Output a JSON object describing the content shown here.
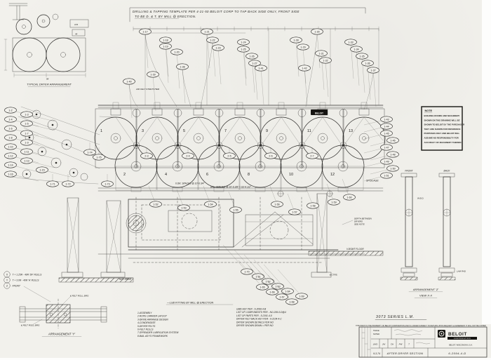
{
  "colors": {
    "paper": "#f2f1ec",
    "ink": "#2e2d2b",
    "margin": "#fdfdfc"
  },
  "top_note": {
    "line1": "DRILLING & TAPPING TEMPLATE PER 4-21-50 BELOIT CORP TO TAP BACK SIDE ONLY, FRONT SIDE",
    "line2": "TO BE D. & T. BY MILL @ ERECTION."
  },
  "labels": {
    "typical_dryer": "TYPICAL DRYER ARRANGEMENT",
    "air_felt_stretcher": "AIR FELT STRETCHER",
    "beloit_stamp": "BELOIT",
    "spoilage": "SPOILAGE",
    "dr_spaces": "6 DR. SPACES @ 10'-6 3/4\"",
    "bal_spaces": "BAL. SPACES @ 10'-6 3/8\" = 63'-4 1/2\"",
    "md_drive": "M.D. DRIVE",
    "v_bsmt_floor": "V-BSMT FLOOR",
    "ctrs": "₤ CTRS.",
    "depth_1": "DEPTH BETWEEN",
    "depth_2": "DRYERS",
    "depth_3": "SEE NOTE",
    "lub_fitting": "—LUB FITTING BY MILL @ ERECTION",
    "front_post": "FRONT",
    "back_post": "BACK",
    "wbd": "W.B.D.",
    "lam_pad": "LAM PAD",
    "arrangement_z": "ARRANGEMENT 'Z'",
    "view_xx": "VIEW X-X",
    "felt_roll_brg_top": "₤ FELT ROLL BRG",
    "felt_roll_brg_bottom": "₤ FELT ROLL BRG",
    "arrangement_y": "ARRANGEMENT 'Y'",
    "series": "3073 SERIES  L.M.",
    "dim_103": "103",
    "dim_44": "44",
    "dim_98": "98"
  },
  "roll_notes": [
    {
      "key": "X",
      "text": "T + 1.25R - 40R 'DF' ROLLS"
    },
    {
      "key": "Y",
      "text": "T + 3.0R - 40R 'H' ROLLS"
    },
    {
      "key": "Z",
      "text": "FRONT"
    }
  ],
  "note_box": {
    "title": "NOTE",
    "lines": [
      "BUILDING ROOMS AND MACHINERY",
      "SHOWN ON THIS DRAWING WILL BE",
      "SHOWN TO BELOIT BY THE PURCHASER",
      "THEY ARE SHOWN FOR REFERENCE",
      "PURPOSES ONLY AND BELOIT WILL",
      "ASSUME NO RESPONSIBILITY FOR",
      "ACCURACY OF MACHINERY THEREIN"
    ]
  },
  "cylinders": {
    "top": [
      "1",
      "3",
      "5",
      "7",
      "9",
      "11",
      "13"
    ],
    "bottom": [
      "2",
      "4",
      "6",
      "8",
      "10",
      "12"
    ]
  },
  "balloons": {
    "left": {
      "items": [
        [
          15,
          157,
          "1-2"
        ],
        [
          38,
          163,
          "1-3"
        ],
        [
          15,
          170,
          "1-4"
        ],
        [
          38,
          176,
          "1-5"
        ],
        [
          15,
          183,
          "1-6"
        ],
        [
          38,
          190,
          "1-7"
        ],
        [
          15,
          196,
          "1-8"
        ],
        [
          38,
          203,
          "1-9"
        ],
        [
          15,
          209,
          "1-10"
        ],
        [
          38,
          216,
          "1-11"
        ],
        [
          15,
          222,
          "1-12"
        ],
        [
          38,
          229,
          "1-13"
        ],
        [
          15,
          235,
          "1-14"
        ],
        [
          60,
          242,
          "1-15"
        ],
        [
          15,
          248,
          "1-16"
        ]
      ]
    },
    "top": {
      "items": [
        [
          207,
          45,
          "1-17"
        ],
        [
          236,
          57,
          "1-18"
        ],
        [
          236,
          66,
          "1-19"
        ],
        [
          252,
          74,
          "1-20"
        ],
        [
          295,
          45,
          "1-21"
        ],
        [
          303,
          57,
          "1-22"
        ],
        [
          311,
          68,
          "1-23"
        ],
        [
          347,
          60,
          "1-24"
        ],
        [
          347,
          70,
          "1-25"
        ],
        [
          359,
          80,
          "1-26"
        ],
        [
          363,
          90,
          "1-27"
        ],
        [
          422,
          57,
          "1-28"
        ],
        [
          432,
          67,
          "1-29"
        ],
        [
          452,
          45,
          "1-30"
        ],
        [
          458,
          76,
          "1-31"
        ],
        [
          464,
          86,
          "1-32"
        ],
        [
          500,
          60,
          "1-33"
        ],
        [
          508,
          70,
          "1-34"
        ],
        [
          516,
          80,
          "1-35"
        ],
        [
          524,
          90,
          "1-36"
        ],
        [
          532,
          100,
          "1-37"
        ],
        [
          260,
          95,
          "1-38"
        ],
        [
          218,
          106,
          "1-39"
        ],
        [
          184,
          116,
          "1-40"
        ],
        [
          372,
          97,
          "1-41"
        ],
        [
          434,
          97,
          "1-42"
        ]
      ]
    },
    "right": {
      "items": [
        [
          551,
          170,
          "1-43"
        ],
        [
          551,
          180,
          "1-44"
        ],
        [
          551,
          190,
          "1-45"
        ],
        [
          560,
          200,
          "1-46"
        ],
        [
          551,
          210,
          "1-47"
        ],
        [
          560,
          220,
          "1-48"
        ],
        [
          551,
          230,
          "1-49"
        ],
        [
          560,
          240,
          "1-50"
        ],
        [
          551,
          250,
          "1-51"
        ]
      ]
    },
    "mid": {
      "items": [
        [
          222,
          291,
          "1-52"
        ],
        [
          262,
          296,
          "1-53"
        ],
        [
          300,
          291,
          "1-54"
        ],
        [
          336,
          299,
          "1-55"
        ],
        [
          395,
          291,
          "1-56"
        ],
        [
          420,
          302,
          "1-57"
        ],
        [
          446,
          293,
          "1-58"
        ],
        [
          476,
          288,
          "1-59"
        ],
        [
          498,
          281,
          "1-60"
        ]
      ]
    },
    "bottom": {
      "items": [
        [
          368,
          394,
          "1-61"
        ],
        [
          382,
          401,
          "1-62"
        ],
        [
          396,
          408,
          "1-63"
        ],
        [
          410,
          415,
          "1-64"
        ],
        [
          374,
          409,
          "1-65"
        ],
        [
          388,
          416,
          "1-66"
        ],
        [
          402,
          423,
          "1-67"
        ],
        [
          416,
          430,
          "1-68"
        ],
        [
          430,
          422,
          "1-69"
        ],
        [
          352,
          387,
          "1-70"
        ]
      ]
    },
    "band": {
      "items": [
        [
          75,
          262,
          "1-71"
        ],
        [
          97,
          262,
          "1-72"
        ],
        [
          153,
          262,
          "1-73"
        ],
        [
          128,
          217,
          "1-74"
        ],
        [
          141,
          224,
          "1-75"
        ]
      ]
    },
    "nip": {
      "items": [
        [
          209,
          222,
          "2-3"
        ],
        [
          268,
          222,
          "2-4"
        ],
        [
          327,
          222,
          "2-5"
        ],
        [
          386,
          222,
          "2-6"
        ],
        [
          445,
          222,
          "2-7"
        ]
      ]
    }
  },
  "lists": {
    "left_items": [
      "1-ASSEMBLY",
      "2-ROPE CARRIER LAYOUT",
      "3-DRIVE ARRANGE DESIGN",
      "4-CONDENSATE",
      "5-DRYER FELTS",
      "6-FELT ROLLS",
      "7-SPREADER LUBRICATION SYSTEM",
      "8-BAIL ASY'S FRAMEWORK"
    ],
    "right_items": [
      "GMD ASY PER - 6-2096-4-B",
      "LIST OF COMPONENTS PER - NO-206-0-D@4",
      "LIST OF PARTS PER - 5-2191-4-0",
      "DRYER FELT BACK ASY PER - 6-2104-4-C",
      "DRYER SHOWN DETAILS PER NO",
      "DRYER SHOWN DRAIN □ PER NO"
    ]
  },
  "title_block": {
    "property_note": "THIS PRINT IS THE PROPERTY OF BELOIT CORPORATION AND IS LOANED SUBJECT TO RETURN UPON REQUEST & AGREEMENT IT WILL NOT BE COPIED",
    "trace": "TRACE",
    "noted": "NOTED",
    "company": "BELOIT",
    "company_sub": "CORPORATION",
    "office": "BELOIT, WISCONSIN  U.S.A.",
    "cells": [
      "LWO",
      "JW",
      "CH",
      "PW",
      "T"
    ],
    "date": "9-3-74",
    "title": "AFTER DRYER SECTION",
    "drawing_number": "6-2094-4-D"
  }
}
